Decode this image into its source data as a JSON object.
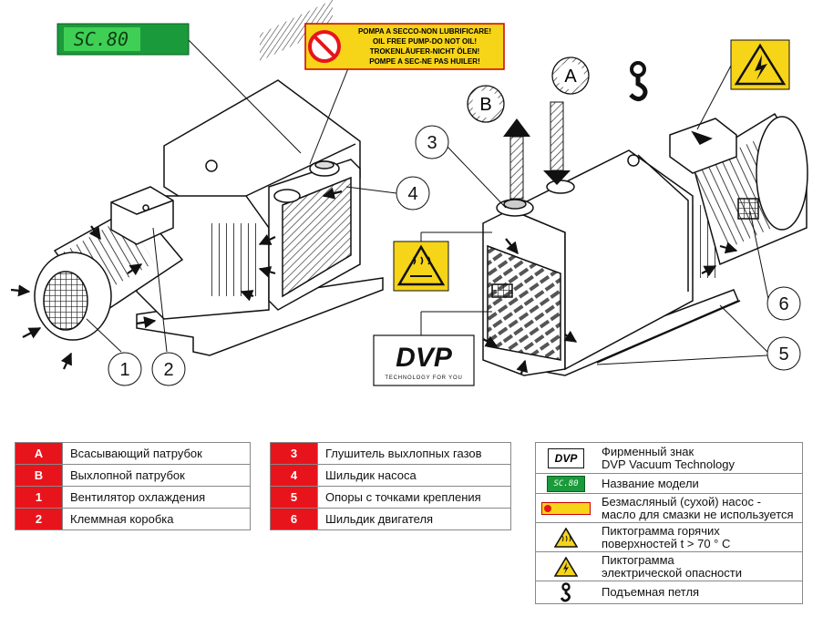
{
  "callouts": {
    "A": "A",
    "B": "B",
    "n1": "1",
    "n2": "2",
    "n3": "3",
    "n4": "4",
    "n5": "5",
    "n6": "6"
  },
  "model_tag": "SC.80",
  "oil_free_label": [
    "POMPA A SECCO-NON LUBRIFICARE!",
    "OIL FREE PUMP-DO NOT OIL!",
    "TROKENLÄUFER-NICHT ÖLEN!",
    "POMPE A SEC-NE PAS HUILER!"
  ],
  "brand": {
    "logo_text": "DVP",
    "tagline": "TECHNOLOGY FOR YOU"
  },
  "legend_left": [
    {
      "key": "A",
      "label": "Всасывающий патрубок"
    },
    {
      "key": "B",
      "label": "Выхлопной патрубок"
    },
    {
      "key": "1",
      "label": "Вентилятор охлаждения"
    },
    {
      "key": "2",
      "label": "Клеммная коробка"
    }
  ],
  "legend_mid": [
    {
      "key": "3",
      "label": "Глушитель выхлопных газов"
    },
    {
      "key": "4",
      "label": "Шильдик насоса"
    },
    {
      "key": "5",
      "label": "Опоры с точками крепления"
    },
    {
      "key": "6",
      "label": "Шильдик двигателя"
    }
  ],
  "legend_right": [
    {
      "icon": "dvp-logo-icon",
      "line1": "Фирменный знак",
      "line2": "DVP Vacuum Technology"
    },
    {
      "icon": "model-tag-icon",
      "line1": "Название модели",
      "line2": ""
    },
    {
      "icon": "oil-free-label-icon",
      "line1": "Безмасляный (сухой) насос -",
      "line2": "масло для смазки не используется"
    },
    {
      "icon": "hot-surface-icon",
      "line1": "Пиктограмма горячих",
      "line2": "поверхностей t > 70 ° C"
    },
    {
      "icon": "electric-hazard-icon",
      "line1": "Пиктограмма",
      "line2": "электрической опасности"
    },
    {
      "icon": "lifting-eye-icon",
      "line1": "Подъемная петля",
      "line2": ""
    }
  ],
  "colors": {
    "red": "#e8141c",
    "yellow": "#f6d418",
    "green": "#1b9a3c"
  }
}
